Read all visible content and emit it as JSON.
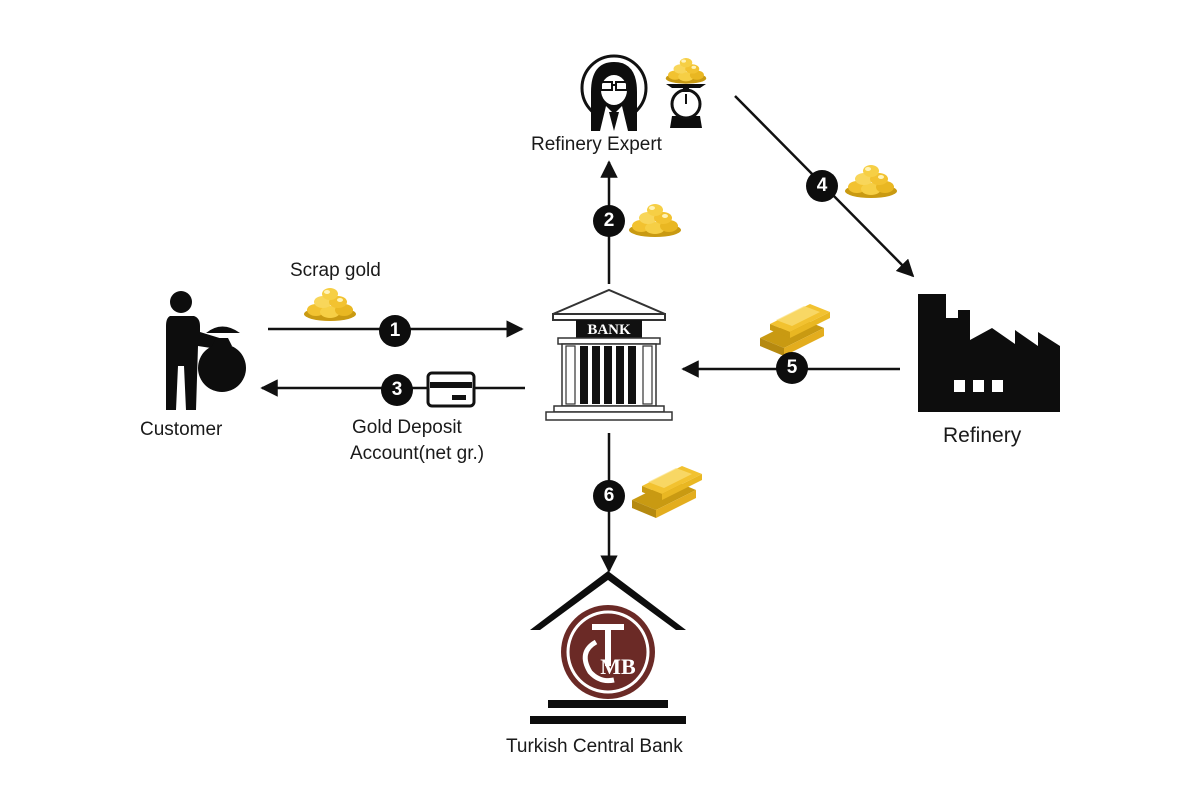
{
  "nodes": {
    "customer": "Customer",
    "bank": "BANK",
    "refinery_expert": "Refinery Expert",
    "refinery": "Refinery",
    "central_bank": "Turkish Central Bank",
    "central_bank_logo": "TCMB"
  },
  "edges": {
    "scrap_gold_label": "Scrap gold",
    "gold_deposit_line1": "Gold Deposit",
    "gold_deposit_line2": "Account(net gr.)"
  },
  "steps": [
    "1",
    "2",
    "3",
    "4",
    "5",
    "6"
  ],
  "colors": {
    "gold": "#f2c230",
    "gold_dark": "#c99a12",
    "central_bank_maroon": "#6b2a26",
    "ink": "#0d0d0d"
  }
}
